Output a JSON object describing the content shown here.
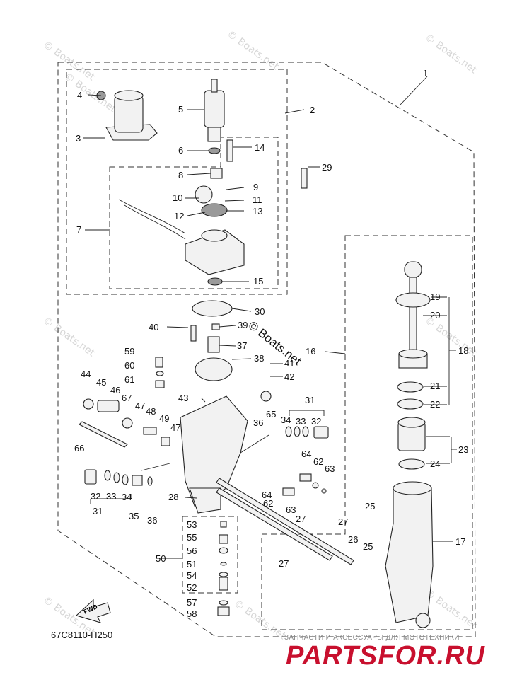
{
  "diagram": {
    "code": "67C8110-H250",
    "fwd_label": "FWD",
    "copyright_note": "© Boats.net",
    "watermark_text": "© Boats.net",
    "shop_tagline": "ЗАПЧАСТИ И АКСЕССУАРЫ ДЛЯ МОТОТЕХНИКИ",
    "shop_logo": "PARTSFOR.RU"
  },
  "callouts": {
    "c1": "1",
    "c2": "2",
    "c3": "3",
    "c4": "4",
    "c5": "5",
    "c6": "6",
    "c7": "7",
    "c8": "8",
    "c9": "9",
    "c10": "10",
    "c11": "11",
    "c12": "12",
    "c13": "13",
    "c14": "14",
    "c15": "15",
    "c16": "16",
    "c17": "17",
    "c18": "18",
    "c19": "19",
    "c20": "20",
    "c21": "21",
    "c22": "22",
    "c23": "23",
    "c24": "24",
    "c25a": "25",
    "c25b": "25",
    "c26": "26",
    "c27a": "27",
    "c27b": "27",
    "c27c": "27",
    "c28": "28",
    "c29": "29",
    "c30": "30",
    "c31a": "31",
    "c31b": "31",
    "c32a": "32",
    "c32b": "32",
    "c33a": "33",
    "c33b": "33",
    "c34a": "34",
    "c34b": "34",
    "c35": "35",
    "c36a": "36",
    "c36b": "36",
    "c37": "37",
    "c38": "38",
    "c39": "39",
    "c40": "40",
    "c41": "41",
    "c42": "42",
    "c43": "43",
    "c44": "44",
    "c45": "45",
    "c46": "46",
    "c47a": "47",
    "c47b": "47",
    "c48": "48",
    "c49": "49",
    "c50": "50",
    "c51": "51",
    "c52": "52",
    "c53": "53",
    "c54": "54",
    "c55": "55",
    "c56": "56",
    "c57": "57",
    "c58": "58",
    "c59": "59",
    "c60": "60",
    "c61": "61",
    "c62a": "62",
    "c62b": "62",
    "c63a": "63",
    "c63b": "63",
    "c64a": "64",
    "c64b": "64",
    "c65": "65",
    "c66": "66",
    "c67": "67"
  },
  "colors": {
    "line": "#222222",
    "watermark": "#d6d6d6",
    "logo": "#c8102e"
  }
}
